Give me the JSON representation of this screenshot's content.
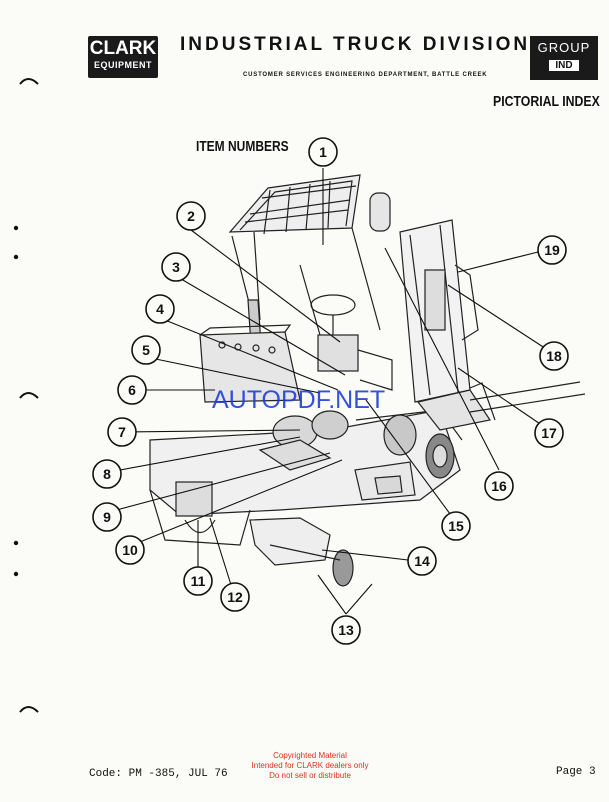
{
  "header": {
    "logo_line1": "CLARK",
    "logo_line2": "EQUIPMENT",
    "title": "INDUSTRIAL TRUCK DIVISION",
    "subtitle": "CUSTOMER SERVICES ENGINEERING DEPARTMENT, BATTLE CREEK",
    "group_label": "GROUP",
    "group_value": "IND"
  },
  "section_title": "PICTORIAL INDEX",
  "diagram": {
    "heading": "ITEM NUMBERS",
    "callouts": [
      "1",
      "2",
      "3",
      "4",
      "5",
      "6",
      "7",
      "8",
      "9",
      "10",
      "11",
      "12",
      "13",
      "14",
      "15",
      "16",
      "17",
      "18",
      "19"
    ]
  },
  "watermark": "AUTOPDF.NET",
  "copyright": {
    "line1": "Copyrighted Material",
    "line2": "Intended for CLARK dealers only",
    "line3": "Do not sell or distribute"
  },
  "footer": {
    "code": "Code: PM -385, JUL 76",
    "page": "Page 3"
  },
  "colors": {
    "watermark": "#1e3fd8",
    "copyright": "#e0301e",
    "ink": "#111111"
  }
}
